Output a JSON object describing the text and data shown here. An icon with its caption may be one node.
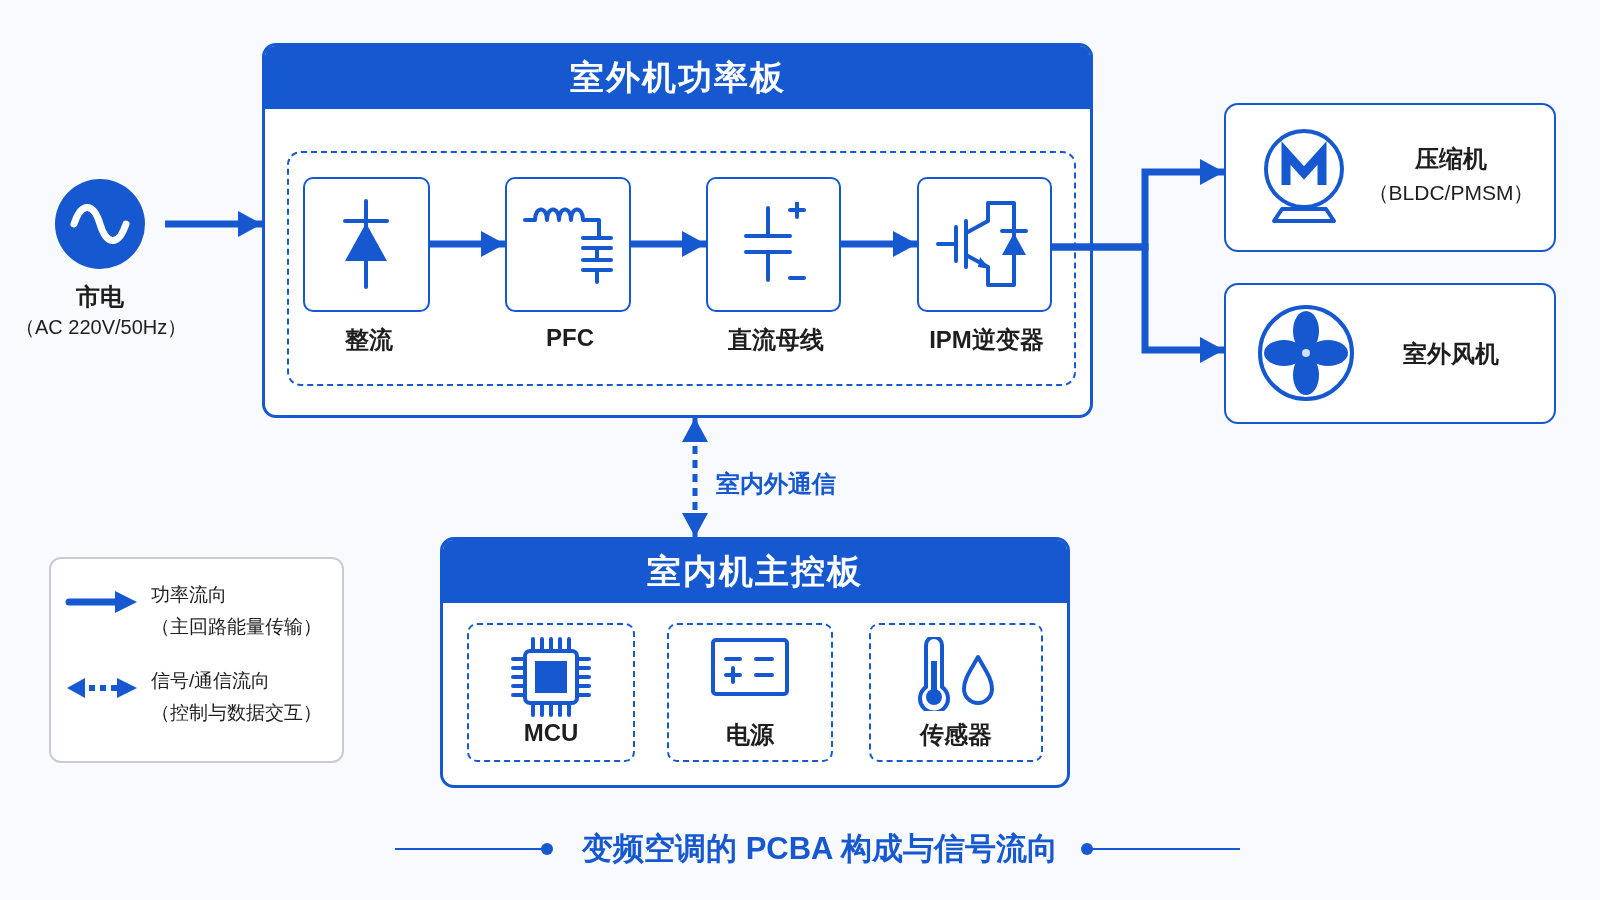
{
  "diagram": {
    "caption": "变频空调的 PCBA 构成与信号流向",
    "nodes": [
      {
        "text": [
          "市电",
          "（AC 220V/50Hz）"
        ]
      },
      {
        "text": [
          "室外机功率板"
        ]
      },
      {
        "text": [
          "整流"
        ],
        "in": 1
      },
      {
        "text": [
          "PFC"
        ],
        "in": 1
      },
      {
        "text": [
          "直流母线"
        ],
        "in": 1
      },
      {
        "text": [
          "IPM逆变器"
        ],
        "in": 1
      },
      {
        "text": [
          "压缩机",
          "（BLDC/PMSM）"
        ]
      },
      {
        "text": [
          "室外风机"
        ]
      },
      {
        "text": [
          "室内机主控板"
        ]
      },
      {
        "text": [
          "MCU"
        ],
        "in": 8
      },
      {
        "text": [
          "电源"
        ],
        "in": 8
      },
      {
        "text": [
          "传感器"
        ],
        "in": 8
      }
    ],
    "edges": [
      {
        "from": 0,
        "to": 1,
        "arrow": "to"
      },
      {
        "from": 2,
        "to": 3,
        "arrow": "to"
      },
      {
        "from": 3,
        "to": 4,
        "arrow": "to"
      },
      {
        "from": 4,
        "to": 5,
        "arrow": "to"
      },
      {
        "from": 5,
        "to": 6,
        "arrow": "to"
      },
      {
        "from": 5,
        "to": 7,
        "arrow": "to"
      },
      {
        "from": 1,
        "to": 8,
        "arrow": "both",
        "style": "dashed",
        "label": "室内外通信"
      }
    ],
    "legend": [
      {
        "text": "功率流向（主回路能量传输）"
      },
      {
        "text": "信号/通信流向（控制与数据交互）"
      }
    ]
  }
}
